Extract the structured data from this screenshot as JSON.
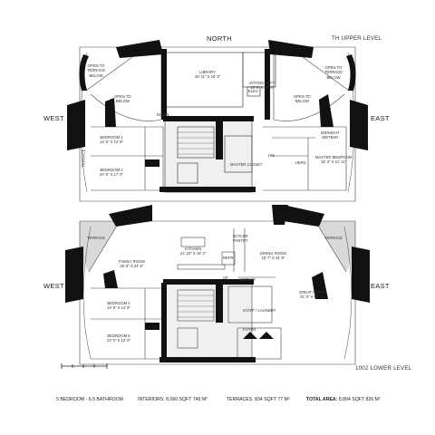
{
  "upper": {
    "compass_north": "NORTH",
    "compass_west": "WEST",
    "compass_east": "EAST",
    "level_label": "TH UPPER LEVEL",
    "rooms": {
      "open_terrace_left": [
        "OPEN TO",
        "TERRACE",
        "BELOW"
      ],
      "open_below_left": [
        "OPEN TO",
        "BELOW"
      ],
      "library": [
        "LIBRARY",
        "30' 11\" X 18' 3\""
      ],
      "sitting_loft": [
        "SITTING LOFT",
        "13' 0\" X 18' 0\""
      ],
      "elev": [
        "ELEV"
      ],
      "open_below_right": [
        "OPEN TO",
        "BELOW"
      ],
      "open_terrace_right": [
        "OPEN TO",
        "TERRACE",
        "BELOW"
      ],
      "down": [
        "DOWN"
      ],
      "bedroom2": [
        "BEDROOM 2",
        "14' 9\" X 12' 8\""
      ],
      "bedroom3": [
        "BEDROOM 3",
        "20' 5\" X 17' 0\""
      ],
      "terrace": [
        "TERRACE"
      ],
      "his": [
        "HIS"
      ],
      "hers": [
        "HERS"
      ],
      "master_closet": [
        "MASTER CLOSET"
      ],
      "midnight_wetbar": [
        "MIDNIGHT",
        "WETBAR"
      ],
      "master_bedroom": [
        "MASTER BEDROOM",
        "16' 3\" X 21' 11\""
      ]
    }
  },
  "lower": {
    "compass_west": "WEST",
    "compass_east": "EAST",
    "level_label": "1002  LOWER LEVEL",
    "rooms": {
      "terrace_left": [
        "TERRACE"
      ],
      "terrace_right": [
        "TERRACE"
      ],
      "kitchen": [
        "KITCHEN",
        "21' 10\" X 16' 3\""
      ],
      "butler_pantry": [
        "BUTLER",
        "PANTRY"
      ],
      "dining_room": [
        "DINING ROOM",
        "16' 7\" X 24' 8\""
      ],
      "family_room": [
        "FAMILY ROOM",
        "25' 6\" X 24' 5\""
      ],
      "refr": [
        "REFR"
      ],
      "up": [
        "UP"
      ],
      "wetbar": [
        "WETBAR"
      ],
      "bedroom4": [
        "BEDROOM 4",
        "14' 9\" X 12' 8\""
      ],
      "bedroom5": [
        "BEDROOM 5",
        "22' 0\" X 12' 0\""
      ],
      "great_room": [
        "GREAT ROOM",
        "31' 0\" X 50' 6\""
      ],
      "staff_laundry": [
        "STAFF / LAUNDRY"
      ],
      "foyer": [
        "FOYER"
      ]
    }
  },
  "summary": {
    "bedrooms": "5 BEDROOM - 6.5 BATHROOM",
    "interiors": "INTERIORS:  8,060 SQFT    749 M²",
    "terraces": "TERRACES:  834 SQFT    77 M²",
    "total_label": "TOTAL AREA:",
    "total_value": "8,894 SQFT    826 M²"
  },
  "colors": {
    "wall": "#111111",
    "line": "#444444",
    "terrace_fill": "#d9d9d9",
    "core_fill": "#cfcfcf"
  }
}
